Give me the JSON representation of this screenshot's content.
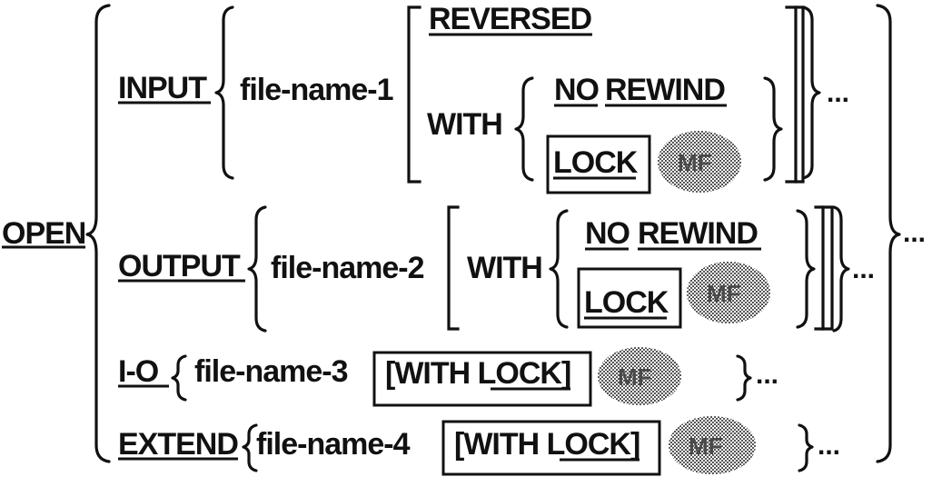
{
  "syntax": {
    "verb": "OPEN",
    "dots": "...",
    "mf_label": "MF",
    "input": {
      "keyword": "INPUT",
      "file": "file-name-1",
      "reversed": "REVERSED",
      "with": "WITH",
      "no": "NO",
      "rewind": "REWIND",
      "lock": "LOCK"
    },
    "output": {
      "keyword": "OUTPUT",
      "file": "file-name-2",
      "with": "WITH",
      "no": "NO",
      "rewind": "REWIND",
      "lock": "LOCK"
    },
    "io": {
      "keyword": "I-O",
      "file": "file-name-3",
      "with_lock_open": "[WITH ",
      "lock": "LOCK",
      "with_lock_close": "]"
    },
    "extend": {
      "keyword": "EXTEND",
      "file": "file-name-4",
      "with_lock_open": "[WITH ",
      "lock": "LOCK",
      "with_lock_close": "]"
    }
  }
}
